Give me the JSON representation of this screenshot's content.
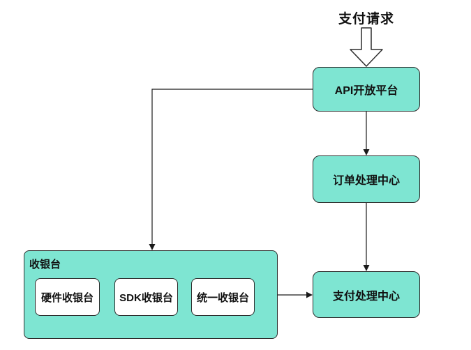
{
  "diagram": {
    "title": "支付请求",
    "title_icon": "down-arrow-icon",
    "nodes": {
      "api_platform": {
        "label": "API开放平台"
      },
      "order_center": {
        "label": "订单处理中心"
      },
      "payment_center": {
        "label": "支付处理中心"
      },
      "cashier_group": {
        "label": "收银台",
        "children": [
          {
            "label": "硬件收银台"
          },
          {
            "label": "SDK收银台"
          },
          {
            "label": "统一收银台"
          }
        ]
      }
    },
    "edges": [
      {
        "from": "payment_request",
        "to": "api_platform",
        "style": "hollow-arrow"
      },
      {
        "from": "api_platform",
        "to": "order_center",
        "style": "arrow"
      },
      {
        "from": "order_center",
        "to": "payment_center",
        "style": "arrow"
      },
      {
        "from": "api_platform",
        "to": "cashier_group",
        "style": "arrow-elbow"
      },
      {
        "from": "cashier_group",
        "to": "payment_center",
        "style": "arrow"
      }
    ],
    "colors": {
      "node_fill": "#7ee5d2",
      "subnode_fill": "#ffffff",
      "node_border": "#2d2d2d",
      "connector": "#1a1a1a",
      "background": "#ffffff"
    }
  }
}
